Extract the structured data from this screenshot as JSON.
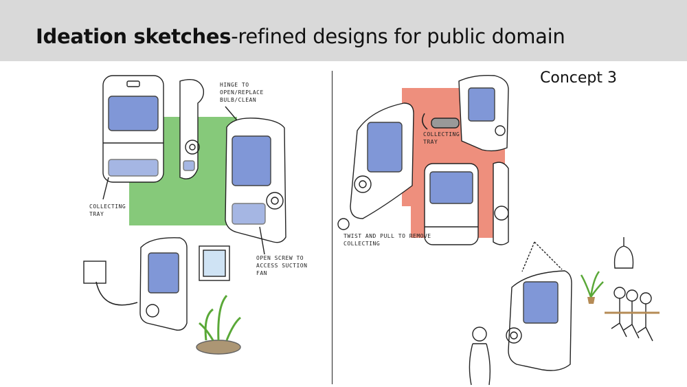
{
  "slide": {
    "title_bold": "Ideation sketches",
    "title_rest": "-refined designs for public domain",
    "concept_label": "Concept 3"
  },
  "annotations": {
    "hinge": "HINGE TO OPEN/REPLACE BULB/CLEAN",
    "tray_left": "COLLECTING TRAY",
    "screw": "OPEN SCREW TO ACCESS SUCTION FAN",
    "tray_right": "COLLECTING TRAY",
    "twist": "TWIST AND PULL TO REMOVE COLLECTING"
  },
  "colors": {
    "title_bar": "#d9d9d9",
    "backdrop_green": "#86c97a",
    "backdrop_salmon": "#ee8f7d",
    "uv_panel_blue": "#6b86d1",
    "plant_green": "#5aa838"
  }
}
